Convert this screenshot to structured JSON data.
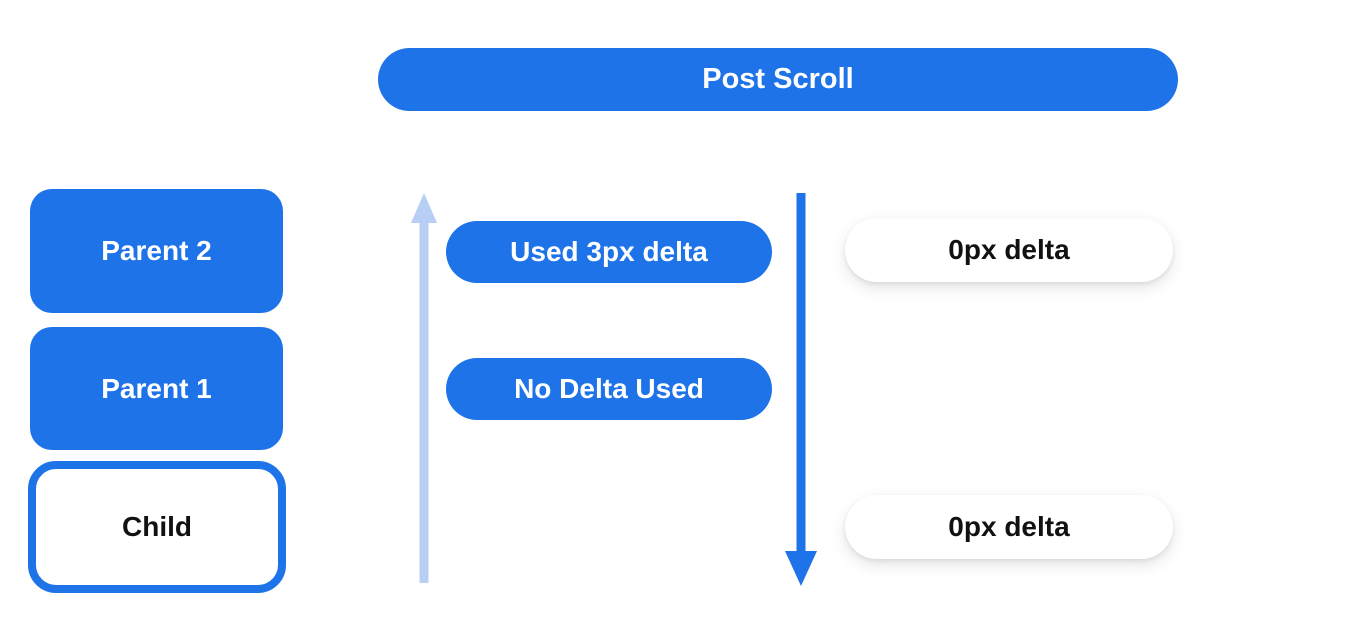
{
  "diagram": {
    "title": "Post Scroll",
    "scroll_stack": {
      "items": [
        {
          "label": "Parent 2",
          "style": "filled"
        },
        {
          "label": "Parent 1",
          "style": "filled"
        },
        {
          "label": "Child",
          "style": "outlined"
        }
      ]
    },
    "deltas": {
      "used": "Used 3px delta",
      "none": "No Delta Used",
      "zero_top": "0px delta",
      "zero_bottom": "0px delta"
    },
    "arrows": [
      {
        "name": "scroll-up-arrow",
        "direction": "up",
        "color": "#b7cff5"
      },
      {
        "name": "scroll-down-arrow",
        "direction": "down",
        "color": "#1e73e8"
      }
    ]
  },
  "colors": {
    "blue": "#1e73e8",
    "light-blue": "#b7cff5",
    "text-dark": "#111111",
    "pill-bg": "#ffffff"
  }
}
